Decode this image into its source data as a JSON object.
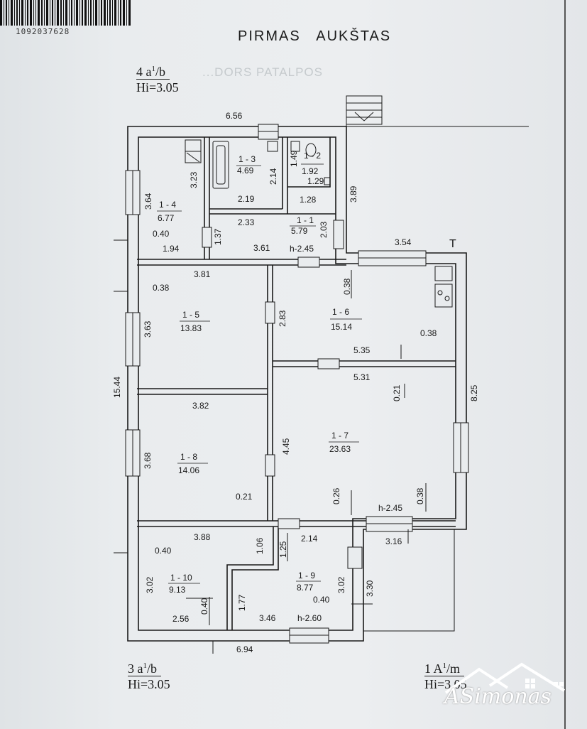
{
  "document": {
    "barcode_number": "1092037628",
    "title": "PIRMAS   AUKŠTAS",
    "faint_text": "...DORS PATALPOS"
  },
  "fractions": {
    "top_left": {
      "main": "4 a",
      "sup": "1",
      "tail": "/b",
      "height": "Hi=3.05"
    },
    "bottom_left": {
      "main": "3 a",
      "sup": "1",
      "tail": "/b",
      "height": "Hi=3.05"
    },
    "bottom_right": {
      "main": "1 A",
      "sup": "1",
      "tail": "/m",
      "height": "Hi=3.05"
    }
  },
  "rooms": [
    {
      "id": "1 - 1",
      "area": "5.79"
    },
    {
      "id": "1 - 2",
      "area": "1.92"
    },
    {
      "id": "1 - 3",
      "area": "4.69"
    },
    {
      "id": "1 - 4",
      "area": "6.77"
    },
    {
      "id": "1 - 5",
      "area": "13.83"
    },
    {
      "id": "1 - 6",
      "area": "15.14"
    },
    {
      "id": "1 - 7",
      "area": "23.63"
    },
    {
      "id": "1 - 8",
      "area": "14.06"
    },
    {
      "id": "1 - 9",
      "area": "8.77"
    },
    {
      "id": "1 - 10",
      "area": "9.13"
    }
  ],
  "dimensions": [
    "6.56",
    "3.64",
    "3.23",
    "0.40",
    "1.94",
    "2.14",
    "2.19",
    "1.49",
    "1.29",
    "1.28",
    "2.33",
    "2.03",
    "1.37",
    "3.61",
    "h-2.45",
    "3.89",
    "3.54",
    "T",
    "3.81",
    "0.38",
    "3.63",
    "2.83",
    "0.38",
    "0.38",
    "5.35",
    "5.31",
    "0.21",
    "8.25",
    "15.44",
    "3.82",
    "3.68",
    "4.45",
    "0.26",
    "0.38",
    "h-2.45",
    "0.21",
    "3.88",
    "1.06",
    "1.25",
    "2.14",
    "3.16",
    "0.40",
    "3.02",
    "0.40",
    "2.56",
    "1.77",
    "3.02",
    "3.30",
    "0.40",
    "3.46",
    "h-2.60",
    "6.94"
  ],
  "logo": {
    "text": "ASimonas"
  },
  "colors": {
    "ink": "#1a1a1a",
    "paper": "#eceef0",
    "faint": "#c5cacd"
  }
}
